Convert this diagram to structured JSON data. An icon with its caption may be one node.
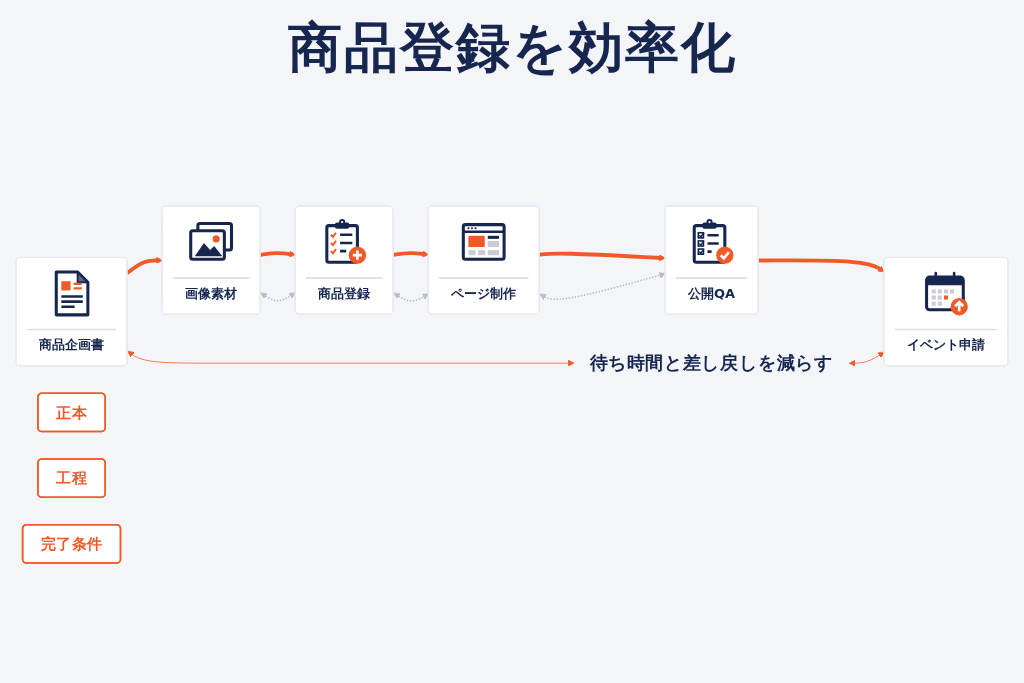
{
  "diagram": {
    "title": "商品登録を効率化",
    "nodes": [
      {
        "text": [
          "商品企画書"
        ]
      },
      {
        "text": [
          "画像素材"
        ]
      },
      {
        "text": [
          "商品登録"
        ]
      },
      {
        "text": [
          "ページ制作"
        ]
      },
      {
        "text": [
          "公開QA"
        ]
      },
      {
        "text": [
          "イベント申請"
        ]
      },
      {
        "text": [
          "待ち時間と差し戻しを減らす"
        ]
      },
      {
        "text": [
          "正本"
        ]
      },
      {
        "text": [
          "工程"
        ]
      },
      {
        "text": [
          "完了条件"
        ]
      }
    ],
    "edges": [
      {
        "from": 0,
        "to": 1,
        "arrow": "to",
        "style": "thick"
      },
      {
        "from": 1,
        "to": 2,
        "arrow": "to",
        "style": "thick"
      },
      {
        "from": 2,
        "to": 3,
        "arrow": "to",
        "style": "thick"
      },
      {
        "from": 3,
        "to": 4,
        "arrow": "to",
        "style": "thick"
      },
      {
        "from": 4,
        "to": 5,
        "arrow": "to",
        "style": "thick"
      },
      {
        "from": 1,
        "to": 2,
        "arrow": "both",
        "style": "dashed",
        "color": "#b9bdc6"
      },
      {
        "from": 2,
        "to": 3,
        "arrow": "both",
        "style": "dashed",
        "color": "#b9bdc6"
      },
      {
        "from": 3,
        "to": 4,
        "arrow": "both",
        "style": "dashed",
        "color": "#b9bdc6"
      },
      {
        "from": 0,
        "to": 6,
        "arrow": "both"
      },
      {
        "from": 6,
        "to": 5,
        "arrow": "both"
      }
    ]
  }
}
